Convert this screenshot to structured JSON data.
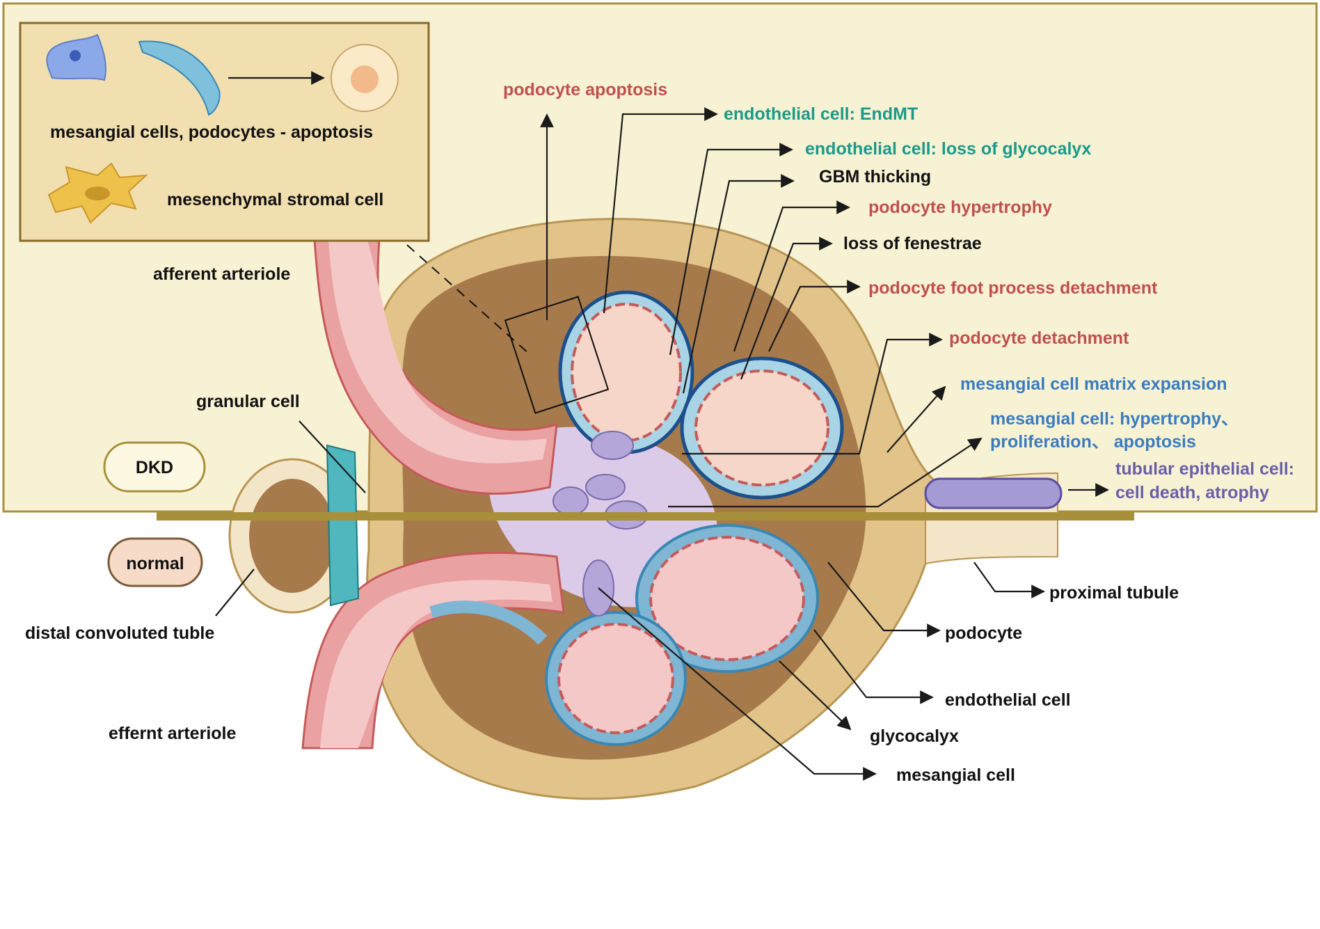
{
  "legend": {
    "apoptosis_label": "mesangial cells, podocytes - apoptosis",
    "stromal_label": "mesenchymal stromal cell"
  },
  "states": {
    "dkd": "DKD",
    "normal": "normal"
  },
  "anatomy": {
    "afferent": "afferent arteriole",
    "granular": "granular cell",
    "distal": "distal convoluted tuble",
    "efferent": "effernt arteriole",
    "proximal": "proximal tubule",
    "podocyte": "podocyte",
    "endothelial": "endothelial  cell",
    "glycocalyx": "glycocalyx",
    "mesangial": "mesangial cell"
  },
  "changes": {
    "podocyte_apoptosis": "podocyte apoptosis",
    "endmt": "endothelial cell: EndMT",
    "glycocalyx_loss": "endothelial cell: loss of glycocalyx",
    "gbm": "GBM thicking",
    "podocyte_hypertrophy": "podocyte hypertrophy",
    "fenestrae": "loss of fenestrae",
    "foot_process": "podocyte foot process detachment",
    "podocyte_detachment": "podocyte detachment",
    "matrix": "mesangial cell matrix expansion",
    "mesangial_1": "mesangial cell: hypertrophy、",
    "mesangial_2": "proliferation、 apoptosis",
    "tubular_1": "tubular epithelial cell:",
    "tubular_2": "cell death, atrophy"
  },
  "colors": {
    "red_label": "#c0504d",
    "teal_label": "#1a9a8a",
    "blue_label": "#3a7cc0",
    "purple_label": "#6a5fa8",
    "dkd_panel": "#f8f2d4",
    "legend_box": "#f2dfb0"
  }
}
